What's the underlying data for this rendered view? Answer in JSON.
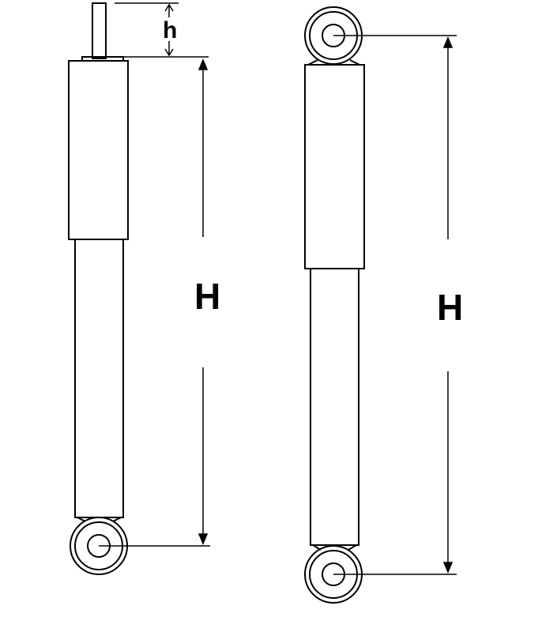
{
  "labels": {
    "stroke_dimension": "h",
    "left_length_dimension": "H",
    "right_length_dimension": "H"
  },
  "colors": {
    "line": "#000000",
    "background": "#ffffff"
  }
}
